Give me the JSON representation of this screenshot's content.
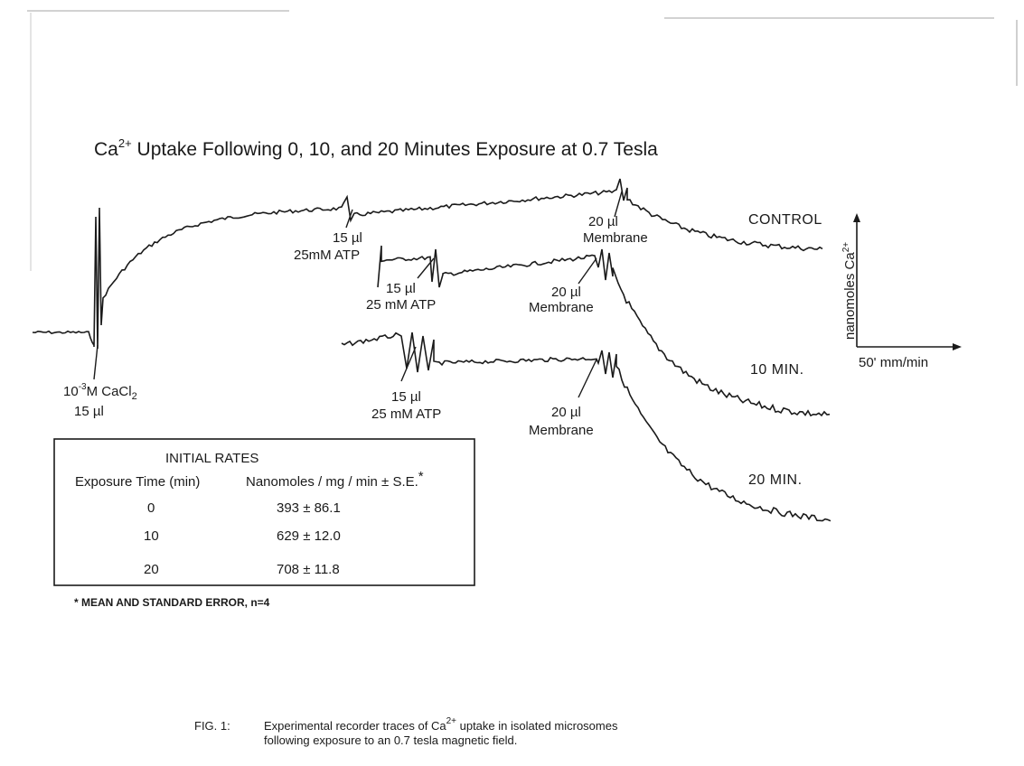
{
  "chart_data": {
    "type": "line",
    "title_prefix": "Ca",
    "title_sup": "2+",
    "title_rest": " Uptake Following 0, 10, and 20 Minutes Exposure at 0.7 Tesla",
    "series": [
      {
        "name": "CONTROL"
      },
      {
        "name": "10 MIN."
      },
      {
        "name": "20 MIN."
      }
    ],
    "annotations": {
      "cacl_line1": "10",
      "cacl_exp": "-3",
      "cacl_rest": "M CaCl",
      "cacl_sub": "2",
      "cacl_line2": "15 µl",
      "control_atp_1": "15 µl",
      "control_atp_2": "25mM ATP",
      "control_mem_1": "20 µl",
      "control_mem_2": "Membrane",
      "m10_atp_1": "15 µl",
      "m10_atp_2": "25 mM ATP",
      "m10_mem_1": "20 µl",
      "m10_mem_2": "Membrane",
      "m20_atp_1": "15 µl",
      "m20_atp_2": "25 mM ATP",
      "m20_mem_1": "20 µl",
      "m20_mem_2": "Membrane"
    },
    "scale": {
      "ylabel_prefix": "nanomoles Ca",
      "ylabel_sup": "2+",
      "xlabel": "50' mm/min"
    },
    "table": {
      "title": "INITIAL RATES",
      "col1": "Exposure Time (min)",
      "col2": "Nanomoles / mg / min ± S.E.",
      "col2_star": "*",
      "rows": [
        {
          "time": "0",
          "rate": "393 ± 86.1"
        },
        {
          "time": "10",
          "rate": "629 ± 12.0"
        },
        {
          "time": "20",
          "rate": "708 ± 11.8"
        }
      ]
    },
    "footnote": "* MEAN AND STANDARD ERROR, n=4",
    "caption": {
      "label": "FIG. 1:",
      "line1_a": "Experimental recorder traces of Ca",
      "line1_sup": "2+",
      "line1_b": " uptake in isolated microsomes",
      "line2": "following exposure to an 0.7 tesla magnetic field."
    }
  }
}
